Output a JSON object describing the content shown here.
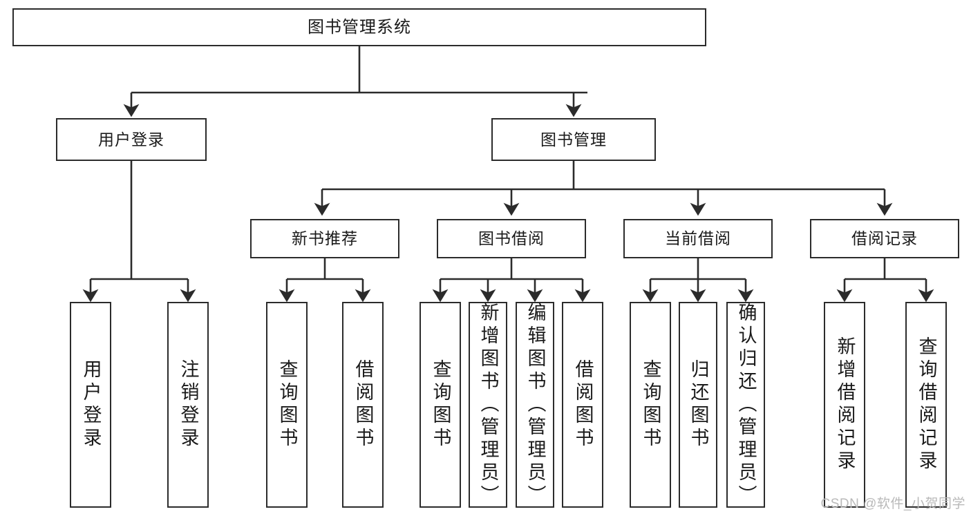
{
  "diagram": {
    "title": "图书管理系统",
    "watermark": "CSDN @软件_小贺同学",
    "colors": {
      "box_border": "#2b2b2b",
      "box_fill": "#ffffff",
      "connector": "#2b2b2b",
      "text": "#1a1a1a",
      "watermark": "#b9b9b9",
      "background": "#ffffff"
    },
    "levels": {
      "root": "图书管理系统",
      "level2": [
        "用户登录",
        "图书管理"
      ],
      "level3": [
        "新书推荐",
        "图书借阅",
        "当前借阅",
        "借阅记录"
      ],
      "leaves": [
        "用户登录",
        "注销登录",
        "查询图书",
        "借阅图书",
        "查询图书",
        "新增图书（管理员）",
        "编辑图书（管理员）",
        "借阅图书",
        "查询图书",
        "归还图书",
        "确认归还（管理员）",
        "新增借阅记录",
        "查询借阅记录"
      ]
    },
    "nodes": {
      "root": {
        "label": "图书管理系统"
      },
      "user_login": {
        "label": "用户登录"
      },
      "book_manage": {
        "label": "图书管理"
      },
      "new_book_rec": {
        "label": "新书推荐"
      },
      "book_borrow": {
        "label": "图书借阅"
      },
      "current_borrow": {
        "label": "当前借阅"
      },
      "borrow_record": {
        "label": "借阅记录"
      },
      "leaf_user_login": {
        "label": "用户登录"
      },
      "leaf_logout": {
        "label": "注销登录"
      },
      "leaf_query_book_a": {
        "label": "查询图书"
      },
      "leaf_borrow_book_a": {
        "label": "借阅图书"
      },
      "leaf_query_book_b": {
        "label": "查询图书"
      },
      "leaf_add_book": {
        "label": "新增图书（管理员）"
      },
      "leaf_edit_book": {
        "label": "编辑图书（管理员）"
      },
      "leaf_borrow_book_b": {
        "label": "借阅图书"
      },
      "leaf_query_book_c": {
        "label": "查询图书"
      },
      "leaf_return_book": {
        "label": "归还图书"
      },
      "leaf_confirm_return": {
        "label": "确认归还（管理员）"
      },
      "leaf_add_record": {
        "label": "新增借阅记录"
      },
      "leaf_query_record": {
        "label": "查询借阅记录"
      }
    },
    "edges": [
      {
        "from": "root",
        "to": "user_login"
      },
      {
        "from": "root",
        "to": "book_manage"
      },
      {
        "from": "user_login",
        "to": "leaf_user_login"
      },
      {
        "from": "user_login",
        "to": "leaf_logout"
      },
      {
        "from": "book_manage",
        "to": "new_book_rec"
      },
      {
        "from": "book_manage",
        "to": "book_borrow"
      },
      {
        "from": "book_manage",
        "to": "current_borrow"
      },
      {
        "from": "book_manage",
        "to": "borrow_record"
      },
      {
        "from": "new_book_rec",
        "to": "leaf_query_book_a"
      },
      {
        "from": "new_book_rec",
        "to": "leaf_borrow_book_a"
      },
      {
        "from": "book_borrow",
        "to": "leaf_query_book_b"
      },
      {
        "from": "book_borrow",
        "to": "leaf_add_book"
      },
      {
        "from": "book_borrow",
        "to": "leaf_edit_book"
      },
      {
        "from": "book_borrow",
        "to": "leaf_borrow_book_b"
      },
      {
        "from": "current_borrow",
        "to": "leaf_query_book_c"
      },
      {
        "from": "current_borrow",
        "to": "leaf_return_book"
      },
      {
        "from": "current_borrow",
        "to": "leaf_confirm_return"
      },
      {
        "from": "borrow_record",
        "to": "leaf_add_record"
      },
      {
        "from": "borrow_record",
        "to": "leaf_query_record"
      }
    ]
  }
}
